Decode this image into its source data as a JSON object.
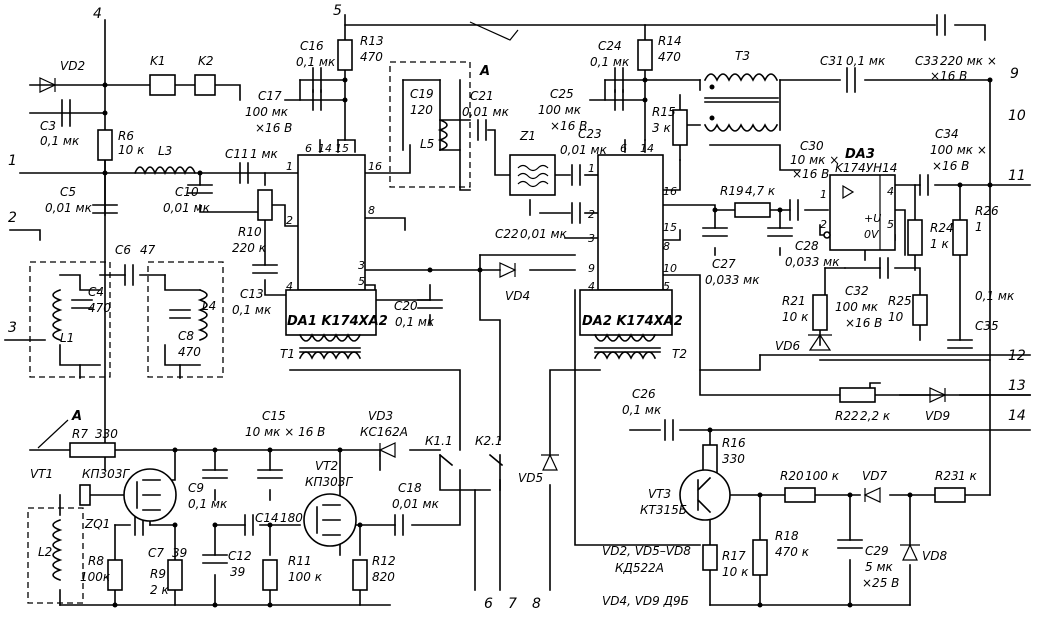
{
  "terminals": [
    "1",
    "2",
    "3",
    "4",
    "5",
    "6",
    "7",
    "8",
    "9",
    "10",
    "11",
    "12",
    "13",
    "14"
  ],
  "marks": {
    "a": "A"
  },
  "chips": {
    "da1": {
      "label": "DA1 K174XA2",
      "pins": [
        "1",
        "2",
        "3",
        "4",
        "5",
        "6",
        "8",
        "14",
        "15",
        "16"
      ]
    },
    "da2": {
      "label": "DA2 K174XA2",
      "pins": [
        "1",
        "2",
        "3",
        "4",
        "5",
        "6",
        "8",
        "9",
        "10",
        "14",
        "15",
        "16"
      ]
    },
    "da3": {
      "label": "DA3",
      "type": "K174УН14",
      "pins": [
        "1",
        "2",
        "4",
        "5"
      ],
      "inside": [
        "+U",
        "0V"
      ]
    }
  },
  "components": {
    "vd2": "VD2",
    "k1": "K1",
    "k2": "K2",
    "c3": "C3",
    "c3v": "0,1 мк",
    "r6": "R6",
    "r6v": "10 к",
    "l3": "L3",
    "c5": "C5",
    "c5v": "0,01 мк",
    "c10": "C10",
    "c10v": "0,01 мк",
    "c11": "C11",
    "c11v": "1 мк",
    "r10": "R10",
    "r10v": "220 к",
    "c16": "C16",
    "c16v": "0,1 мк",
    "r13": "R13",
    "r13v": "470",
    "c17": "C17",
    "c17v1": "100 мк",
    "c17v2": "×16 В",
    "c19": "C19",
    "c19v": "120",
    "l5": "L5",
    "c21": "C21",
    "c21v": "0,01 мк",
    "z1": "Z1",
    "c23": "C23",
    "c23v": "0,01 мк",
    "c22": "C22",
    "c22v": "0,01 мк",
    "c24": "C24",
    "c24v": "0,1 мк",
    "r14": "R14",
    "r14v": "470",
    "c25": "C25",
    "c25v1": "100 мк",
    "c25v2": "×16 В",
    "r15": "R15",
    "r15v": "3 к",
    "t3": "T3",
    "c31": "C31",
    "c31v": "0,1 мк",
    "c33": "C33",
    "c33v1": "220 мк ×",
    "c33v2": "×16 В",
    "c30": "C30",
    "c30v1": "10 мк ×",
    "c30v2": "×16 В",
    "c34": "C34",
    "c34v1": "100 мк ×",
    "c34v2": "×16 В",
    "r19": "R19",
    "r19v": "4,7 к",
    "c27": "C27",
    "c27v": "0,033 мк",
    "c28": "C28",
    "c28v": "0,033 мк",
    "r24": "R24",
    "r24v": "1 к",
    "r26": "R26",
    "r26v": "1",
    "c35": "C35",
    "c35v": "0,1 мк",
    "c32": "C32",
    "c32v1": "100 мк",
    "c32v2": "×16 В",
    "r21": "R21",
    "r21v": "10 к",
    "r25": "R25",
    "r25v": "10",
    "vd6": "VD6",
    "c6": "C6",
    "c6v": "47",
    "c4": "C4",
    "c4v": "470",
    "l1": "L1",
    "c8": "C8",
    "c8v": "470",
    "l4": "L4",
    "c13": "C13",
    "c13v": "0,1 мк",
    "c20": "C20",
    "c20v": "0,1 мк",
    "vd4": "VD4",
    "t1": "T1",
    "t2": "T2",
    "r22": "R22",
    "r22v": "2,2 к",
    "vd9": "VD9",
    "c26": "C26",
    "c26v": "0,1 мк",
    "r7": "R7",
    "r7v": "330",
    "c15": "C15",
    "c15v": "10 мк × 16 В",
    "vd3": "VD3",
    "vd3t": "КС162А",
    "vt1": "VT1",
    "vt1t": "КП303Г",
    "vt2": "VT2",
    "vt2t": "КП303Г",
    "zq1": "ZQ1",
    "c9": "C9",
    "c9v": "0,1 мк",
    "c14": "C14",
    "c14v": "180",
    "c18": "C18",
    "c18v": "0,01 мк",
    "k11": "К1.1",
    "k21": "К2.1",
    "vd5": "VD5",
    "l2": "L2",
    "r8": "R8",
    "r8v": "100к",
    "c7": "C7",
    "c7v": "39",
    "r9": "R9",
    "r9v": "2 к",
    "c12": "C12",
    "c12v": "39",
    "r11": "R11",
    "r11v": "100 к",
    "r12": "R12",
    "r12v": "820",
    "r16": "R16",
    "r16v": "330",
    "vt3": "VT3",
    "vt3t": "КТ315Б",
    "r20": "R20",
    "r20v": "100 к",
    "vd7": "VD7",
    "r23": "R23",
    "r23v": "1 к",
    "r18": "R18",
    "r18v": "470 к",
    "c29": "C29",
    "c29v1": "5 мк",
    "c29v2": "×25 В",
    "vd8": "VD8",
    "r17": "R17",
    "r17v": "10 к"
  },
  "notes": {
    "diodes": "VD2, VD5–VD8",
    "diodes_type": "КД522А",
    "diodes2": "VD4, VD9 Д9Б"
  }
}
